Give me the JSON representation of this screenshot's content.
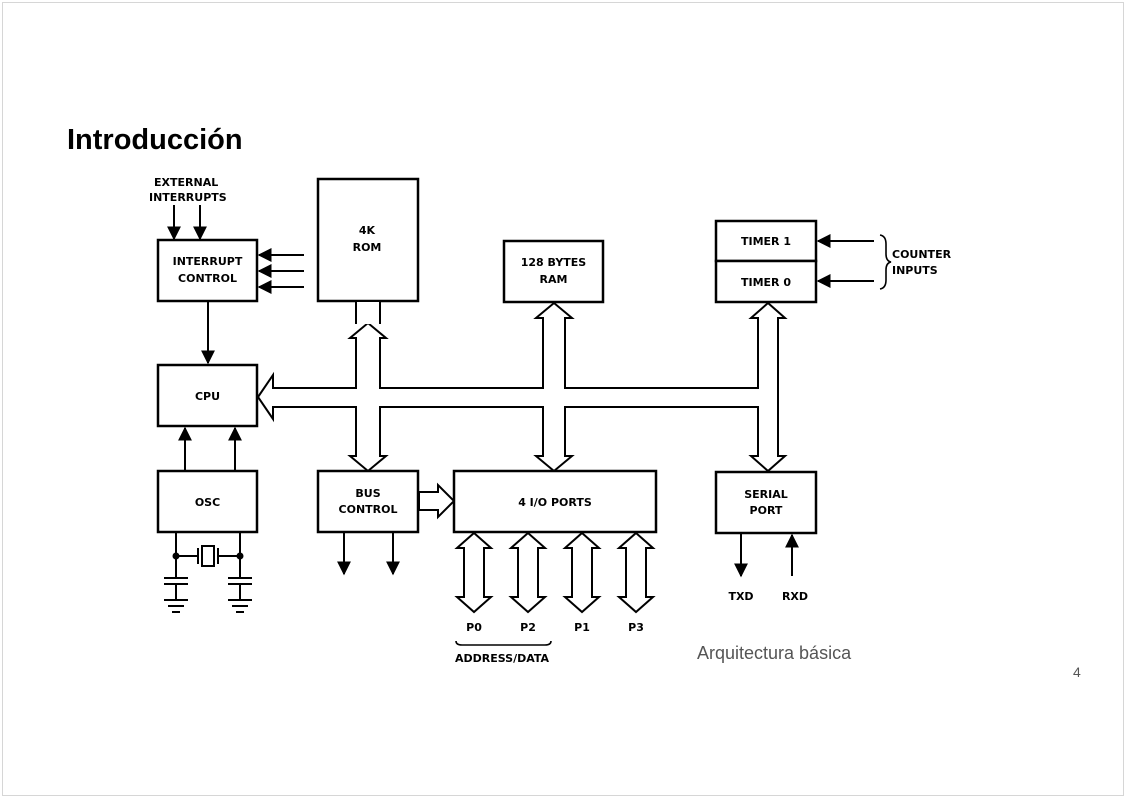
{
  "slide": {
    "title": "Introducción",
    "caption": "Arquitectura básica",
    "page_number": "4"
  },
  "diagram": {
    "external_interrupts": [
      "EXTERNAL",
      "INTERRUPTS"
    ],
    "interrupt_control": [
      "INTERRUPT",
      "CONTROL"
    ],
    "rom": [
      "4K",
      "ROM"
    ],
    "ram": [
      "128 BYTES",
      "RAM"
    ],
    "timer1": "TIMER 1",
    "timer0": "TIMER 0",
    "counter_inputs": [
      "COUNTER",
      "INPUTS"
    ],
    "cpu": "CPU",
    "osc": "OSC",
    "bus_control": [
      "BUS",
      "CONTROL"
    ],
    "io_ports": "4 I/O PORTS",
    "serial_port": [
      "SERIAL",
      "PORT"
    ],
    "txd": "TXD",
    "rxd": "RXD",
    "ports": [
      "P0",
      "P2",
      "P1",
      "P3"
    ],
    "address_data": "ADDRESS/DATA"
  }
}
